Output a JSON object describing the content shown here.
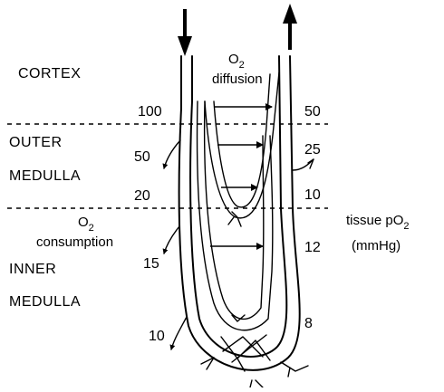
{
  "regions": {
    "cortex": "CORTEX",
    "outer_medulla_1": "OUTER",
    "outer_medulla_2": "MEDULLA",
    "inner_medulla_1": "INNER",
    "inner_medulla_2": "MEDULLA"
  },
  "descending_po2": [
    "100",
    "50",
    "20",
    "15",
    "10"
  ],
  "ascending_po2": [
    "50",
    "25",
    "10",
    "12",
    "8"
  ],
  "o2_diffusion": {
    "o": "O",
    "sub": "2",
    "word": "diffusion"
  },
  "o2_consumption": {
    "o": "O",
    "sub": "2",
    "word": "consumption"
  },
  "tissue_po2": {
    "text": "tissue pO",
    "sub": "2",
    "unit": "(mmHg)"
  }
}
